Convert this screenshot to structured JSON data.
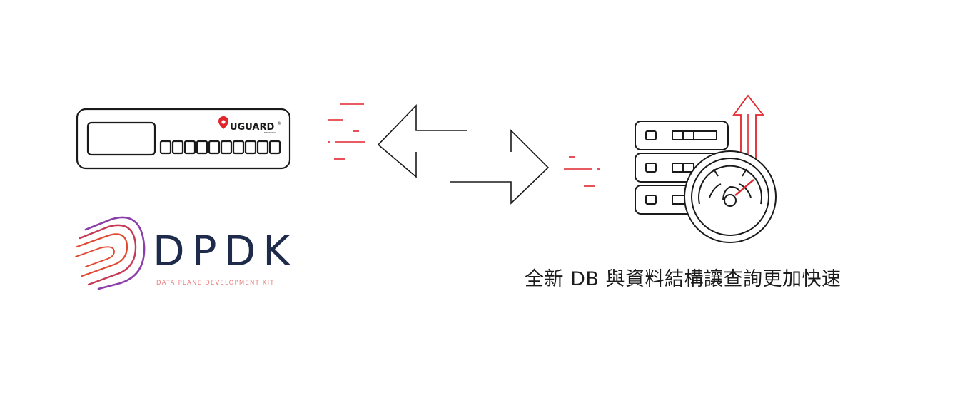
{
  "appliance": {
    "brand": "UGUARD",
    "brand_registered": "®",
    "brand_sub": "NETWORKS"
  },
  "dpdk": {
    "name": "DPDK",
    "tagline": "DATA PLANE DEVELOPMENT KIT"
  },
  "caption": "全新 DB 與資料結構讓查詢更加快速",
  "colors": {
    "accent_red": "#e0252c",
    "line": "#1a1a1a",
    "dpdk_text": "#1f2b4a",
    "dpdk_purple": "#8b3fa8",
    "dpdk_orange": "#e0492f"
  },
  "icons": {
    "appliance": "network-appliance-icon",
    "exchange": "bidirectional-arrows-icon",
    "server": "server-stack-icon",
    "gauge": "speedometer-icon",
    "boost": "up-arrow-icon"
  }
}
